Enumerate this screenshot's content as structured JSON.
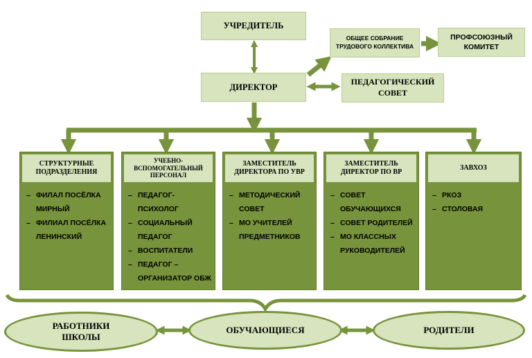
{
  "top": {
    "founder": "Учредитель",
    "director": "Директор",
    "general_meeting": "Общее собрание трудового коллектива",
    "union_committee": "Профсоюзный комитет",
    "pedagogical_council": "Педагогический совет"
  },
  "columns": [
    {
      "title": "Структурные подразделения",
      "items": [
        "Филал посёлка Мирный",
        "Филиал посёлка Ленинский"
      ]
    },
    {
      "title": "Учебно-вспомогательный персонал",
      "items": [
        "Педагог-психолог",
        "Социальный педагог",
        "Воспитатели",
        "Педагог – организатор ОБЖ"
      ]
    },
    {
      "title": "Заместитель директора по УВР",
      "items": [
        "Методический совет",
        "МО учителей предметников"
      ]
    },
    {
      "title": "Заместитель директор по ВР",
      "items": [
        "Совет обучающихся",
        "Совет родителей",
        "МО классных руководителей"
      ]
    },
    {
      "title": "Завхоз",
      "items": [
        "РКОЗ",
        "Столовая"
      ]
    }
  ],
  "bottom": {
    "staff": "Работники школы",
    "students": "Обучающиеся",
    "parents": "Родители"
  },
  "colors": {
    "dark_green": "#77933c",
    "light_green": "#d7e4bd"
  }
}
